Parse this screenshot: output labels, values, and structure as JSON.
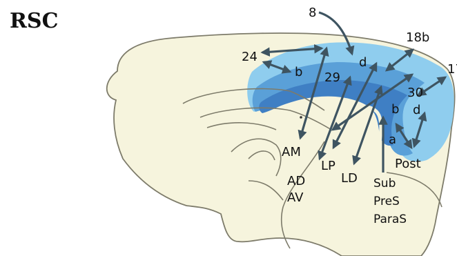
{
  "title": "RSC",
  "labels": {
    "n8": "8",
    "n24": "24",
    "n18b": "18b",
    "n17": "17",
    "n29": "29",
    "n30": "30",
    "d_top": "d",
    "d_right": "d",
    "b_left": "b",
    "b_mid": "b",
    "a": "a",
    "am": "AM",
    "lp": "LP",
    "ad": "AD",
    "av": "AV",
    "ld": "LD",
    "post": "Post",
    "sub": "Sub",
    "pres": "PreS",
    "paras": "ParaS"
  },
  "colors": {
    "brain_fill": "#f6f4dd",
    "brain_outline": "#7d7b6a",
    "rsc_light": "#8fcdee",
    "rsc_mid": "#5aa0d8",
    "rsc_dark": "#3f7fc4",
    "arrow": "#3e5461"
  }
}
